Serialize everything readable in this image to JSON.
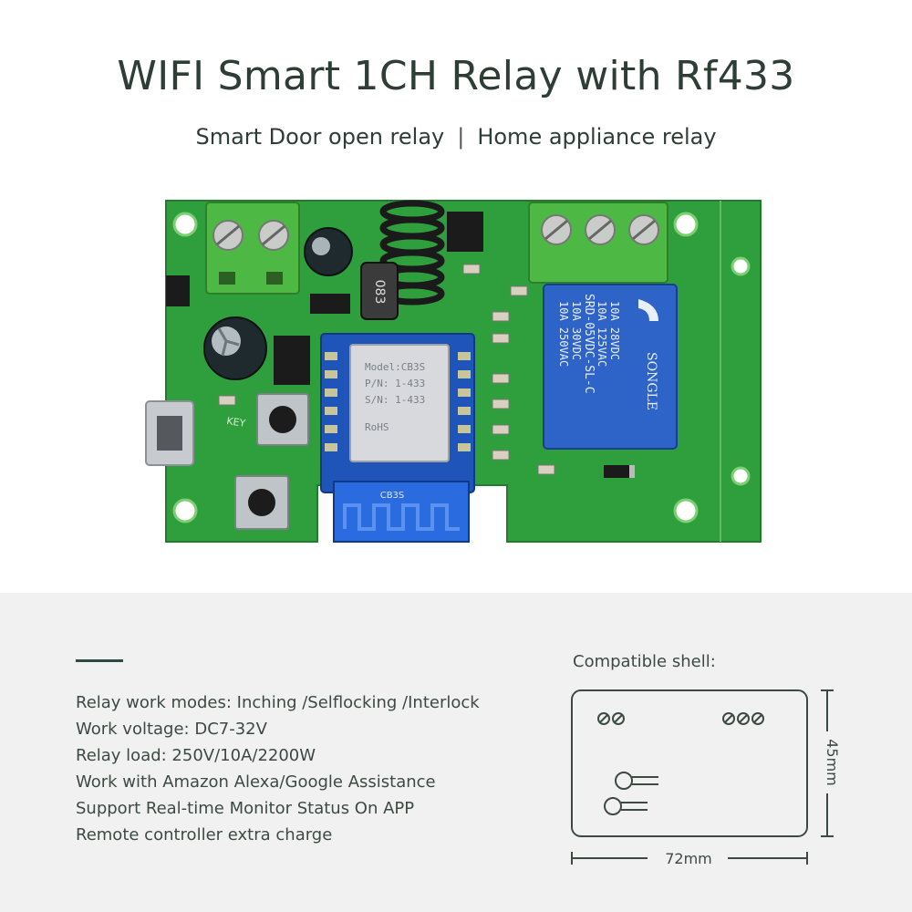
{
  "title": "WIFI Smart 1CH Relay with Rf433",
  "subtitle": {
    "left": "Smart Door open relay",
    "separator": "|",
    "right": "Home appliance relay"
  },
  "board": {
    "inductor_text": "083",
    "relay_lines": [
      "10A 250VAC",
      "10A 30VDC",
      "SRD-05VDC-SL-C",
      "10A 125VAC",
      "10A 28VDC"
    ],
    "relay_brand": "SONGLE",
    "module_text": [
      "Model:CB3S",
      "P/N: 1-433",
      "S/N: 1-433",
      "RoHS"
    ],
    "antenna_text": "CB3S",
    "key_label": "KEY",
    "colors": {
      "pcb": "#2f9e3c",
      "terminal": "#4db844",
      "relay": "#2e64c8",
      "module": "#1f55b8"
    }
  },
  "specs": [
    "Relay work modes: Inching /Selflocking /Interlock",
    "Work voltage: DC7-32V",
    "Relay load: 250V/10A/2200W",
    "Work with Amazon Alexa/Google Assistance",
    "Support Real-time Monitor Status On APP",
    "Remote controller extra charge"
  ],
  "shell": {
    "label": "Compatible shell:",
    "width_label": "72mm",
    "height_label": "45mm"
  }
}
